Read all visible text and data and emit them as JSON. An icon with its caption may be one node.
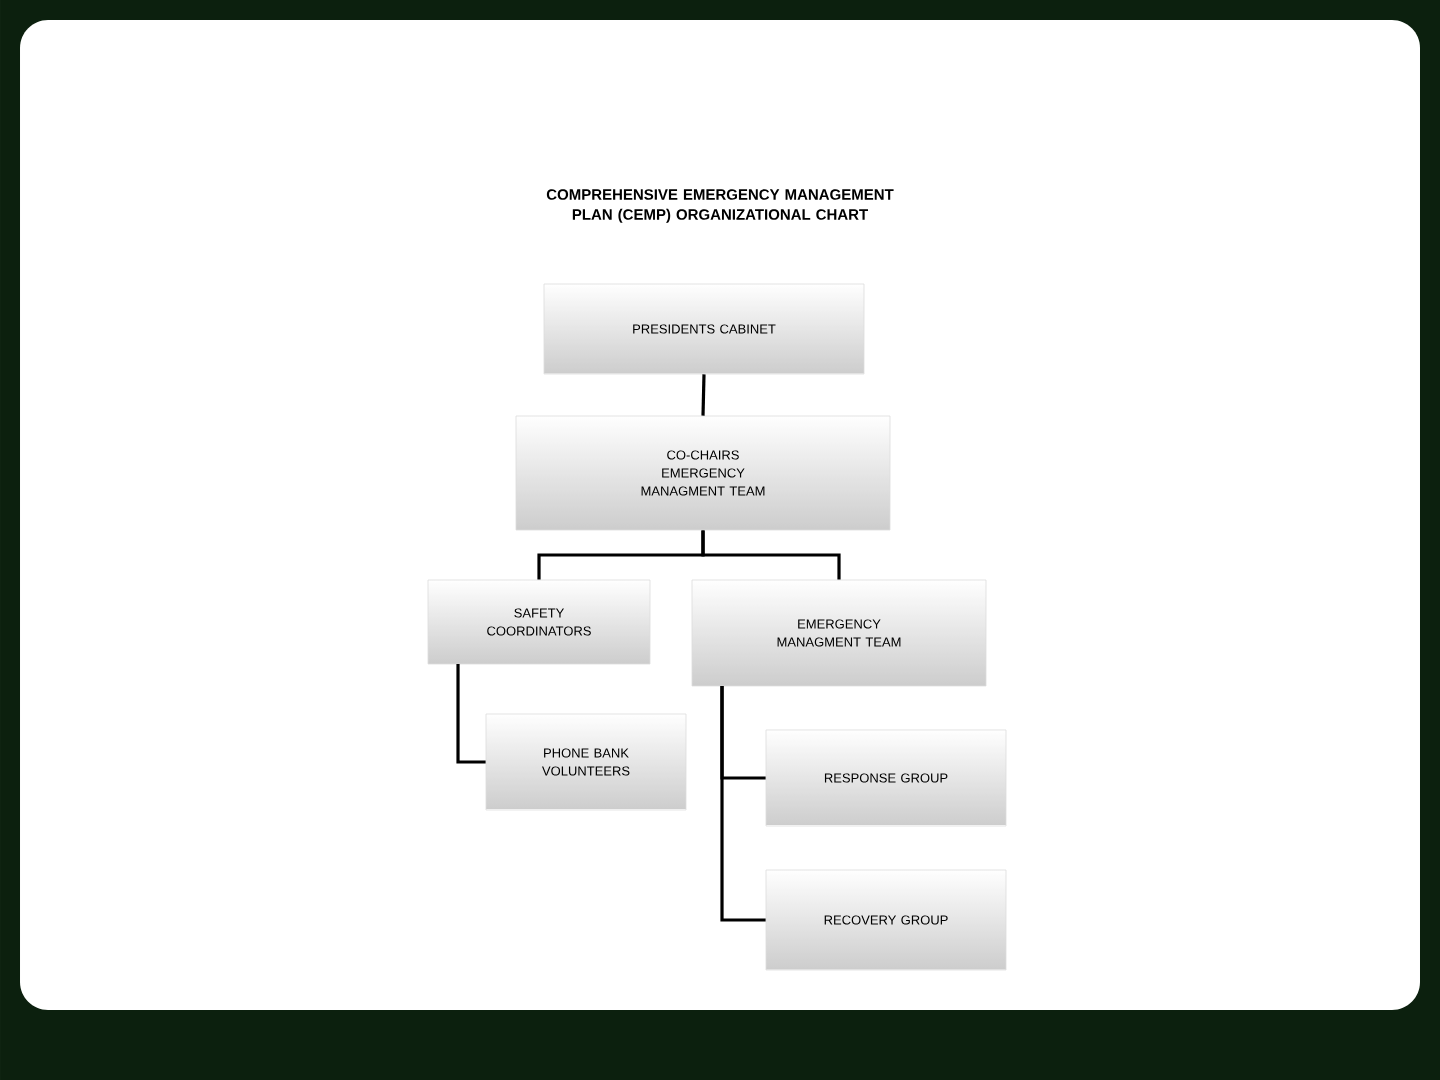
{
  "diagram": {
    "title": "COMPREHENSIVE EMERGENCY MANAGEMENT PLAN (CEMP) ORGANIZATIONAL CHART",
    "nodes": [
      {
        "text": [
          "PRESIDENTS CABINET"
        ]
      },
      {
        "text": [
          "CO-CHAIRS EMERGENCY MANAGMENT TEAM"
        ]
      },
      {
        "text": [
          "SAFETY COORDINATORS"
        ]
      },
      {
        "text": [
          "EMERGENCY MANAGMENT TEAM"
        ]
      },
      {
        "text": [
          "PHONE BANK VOLUNTEERS"
        ]
      },
      {
        "text": [
          "RESPONSE GROUP"
        ]
      },
      {
        "text": [
          "RECOVERY GROUP"
        ]
      }
    ],
    "edges": [
      {
        "from": 0,
        "to": 1,
        "arrow": "none"
      },
      {
        "from": 1,
        "to": 2,
        "arrow": "none"
      },
      {
        "from": 1,
        "to": 3,
        "arrow": "none"
      },
      {
        "from": 2,
        "to": 4,
        "arrow": "none"
      },
      {
        "from": 3,
        "to": 5,
        "arrow": "none"
      },
      {
        "from": 3,
        "to": 6,
        "arrow": "none"
      }
    ]
  }
}
